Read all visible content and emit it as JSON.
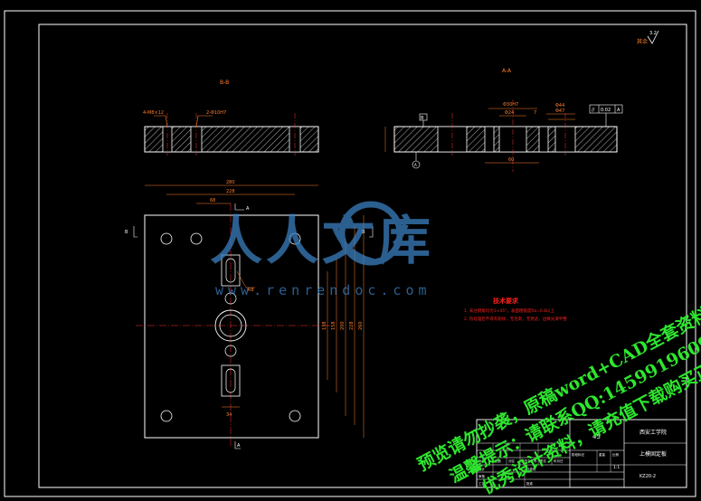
{
  "drawing": {
    "section_label_left": "B-B",
    "section_label_right": "A-A",
    "roughness_symbol": "3.2",
    "roughness_note": "其余",
    "dims_top_left": [
      "4-M8×12",
      "2-Φ10H7"
    ],
    "dims_top_right": [
      "Φ30H7",
      "Φ24",
      "7",
      "Φ44",
      "Φ47",
      "60"
    ],
    "geo_tolerance": [
      "//",
      "0.02",
      "A"
    ],
    "datum_b": "B",
    "datum_a": "A",
    "plan_dims": {
      "overall_width": "280",
      "hole_spacing_a": "228",
      "hole_spacing_b": "68",
      "side_dims": [
        "138",
        "158",
        "200",
        "228",
        "260"
      ],
      "slot_width": "34",
      "slot_note": "R8"
    },
    "section_arrow_a": "A",
    "section_arrow_b": "B"
  },
  "tech_requirements": {
    "title": "技术要求",
    "lines": [
      "1. 未注倒角均为1×45°，表面粗糙度Ra=0.8以上",
      "2. 热处理后不得有裂纹，无毛刺，无锈迹，边缘光滑平整"
    ]
  },
  "title_block": {
    "material": "45",
    "company": "西安工学院",
    "part_name": "上模固定板",
    "drawing_no": "KZ20-2",
    "scale": "1:1",
    "row_labels": [
      "标记",
      "处数",
      "分区",
      "更改文件号",
      "签名",
      "年月日"
    ],
    "role_labels": [
      "设计",
      "审核",
      "工艺"
    ],
    "extra_labels": [
      "标准化",
      "批准",
      "阶段标记",
      "重量",
      "比例"
    ]
  },
  "watermark": {
    "logo_text": "人人文库",
    "site": "www.renrendoc.com",
    "notice_lines": [
      "预览请勿抄袭，原稿word+CAD全套资料！",
      "温馨提示：请联系QQ:1459919609",
      "优秀设计资料，请充值下载购买正版！"
    ]
  },
  "colors": {
    "line": "#ffffff",
    "dimension": "#ff7f2a",
    "hatch": "#ffffff",
    "center": "#ff3030",
    "red_text": "#ff2020",
    "watermark_green": "#2ee62e",
    "watermark_blue": "#3a7fbf"
  }
}
